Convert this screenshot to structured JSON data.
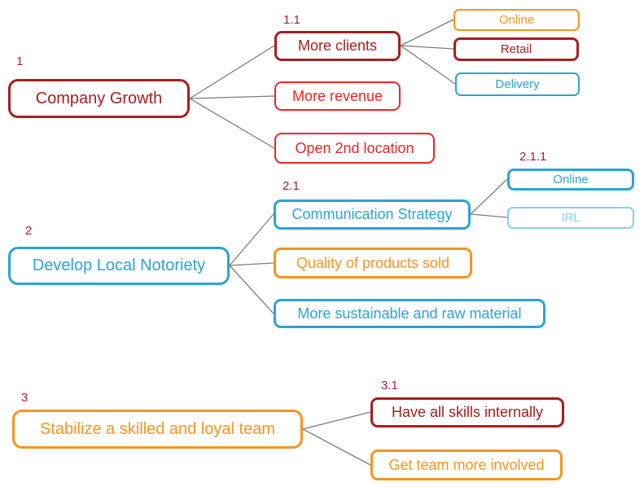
{
  "diagram": {
    "type": "mind-map",
    "background": "#ffffff",
    "colors": {
      "dark_red": "#A61E1E",
      "bright_red": "#EE2426",
      "orange": "#F7941E",
      "blue": "#2AA3D8",
      "light_blue": "#85CEF2",
      "badge_text": "#A81C3C",
      "connector_gray": "#7D7D7D"
    },
    "nodes": [
      {
        "label": "Company Growth",
        "badge": "1",
        "color": "dark_red"
      },
      {
        "label": "More clients",
        "badge": "1.1",
        "color": "dark_red"
      },
      {
        "label": "Online",
        "badge": "",
        "color": "orange"
      },
      {
        "label": "Retail",
        "badge": "",
        "color": "dark_red"
      },
      {
        "label": "Delivery",
        "badge": "",
        "color": "blue"
      },
      {
        "label": "More revenue",
        "badge": "",
        "color": "bright_red"
      },
      {
        "label": "Open 2nd location",
        "badge": "",
        "color": "bright_red"
      },
      {
        "label": "Develop Local Notoriety",
        "badge": "2",
        "color": "blue"
      },
      {
        "label": "Communication Strategy",
        "badge": "2.1",
        "color": "blue"
      },
      {
        "label": "Online",
        "badge": "2.1.1",
        "color": "blue"
      },
      {
        "label": "IRL",
        "badge": "",
        "color": "light_blue"
      },
      {
        "label": "Quality of products sold",
        "badge": "",
        "color": "orange"
      },
      {
        "label": "More sustainable and raw material",
        "badge": "",
        "color": "blue"
      },
      {
        "label": "Stabilize a skilled and loyal team",
        "badge": "3",
        "color": "orange"
      },
      {
        "label": "Have all skills internally",
        "badge": "3.1",
        "color": "dark_red"
      },
      {
        "label": "Get team more involved",
        "badge": "",
        "color": "orange"
      }
    ],
    "edges": [
      {
        "from": "Company Growth",
        "to": "More clients"
      },
      {
        "from": "Company Growth",
        "to": "More revenue"
      },
      {
        "from": "Company Growth",
        "to": "Open 2nd location"
      },
      {
        "from": "More clients",
        "to": "Online"
      },
      {
        "from": "More clients",
        "to": "Retail"
      },
      {
        "from": "More clients",
        "to": "Delivery"
      },
      {
        "from": "Develop Local Notoriety",
        "to": "Communication Strategy"
      },
      {
        "from": "Develop Local Notoriety",
        "to": "Quality of products sold"
      },
      {
        "from": "Develop Local Notoriety",
        "to": "More sustainable and raw material"
      },
      {
        "from": "Communication Strategy",
        "to": "Online (2.1.1)"
      },
      {
        "from": "Communication Strategy",
        "to": "IRL"
      },
      {
        "from": "Stabilize a skilled and loyal team",
        "to": "Have all skills internally"
      },
      {
        "from": "Stabilize a skilled and loyal team",
        "to": "Get team more involved"
      }
    ]
  }
}
